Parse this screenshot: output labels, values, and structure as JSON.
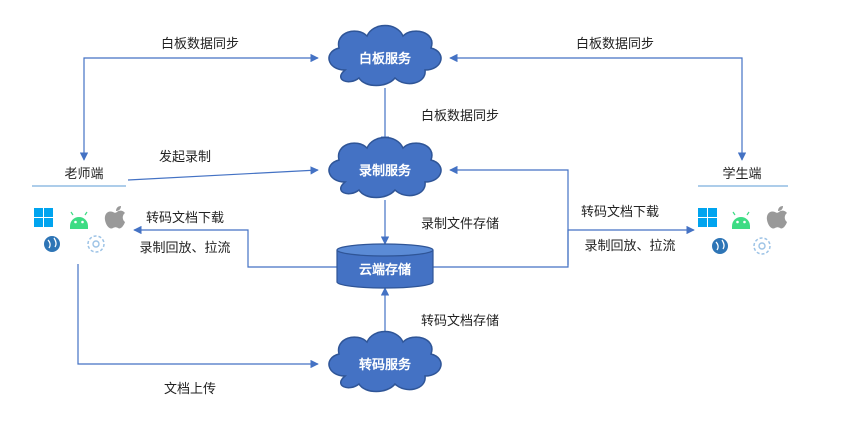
{
  "nodes": {
    "whiteboard_service": "白板服务",
    "record_service": "录制服务",
    "cloud_storage": "云端存储",
    "transcode_service": "转码服务"
  },
  "actors": {
    "teacher": "老师端",
    "student": "学生端"
  },
  "edge_labels": {
    "wb_sync_left": "白板数据同步",
    "wb_sync_right": "白板数据同步",
    "wb_sync_down": "白板数据同步",
    "start_record": "发起录制",
    "record_store": "录制文件存储",
    "transcode_download_left": "转码文档下载",
    "playback_left": "录制回放、拉流",
    "transcode_download_right": "转码文档下载",
    "playback_right": "录制回放、拉流",
    "transcode_store": "转码文档存储",
    "doc_upload": "文档上传"
  },
  "colors": {
    "accent": "#4472c4",
    "windows": "#00a4ef",
    "android": "#3ddc84",
    "apple": "#999999",
    "web": "#2e75b6",
    "mini_program": "#9dc3e6"
  },
  "icons": [
    "windows-icon",
    "android-icon",
    "apple-icon",
    "web-icon",
    "mini-program-icon"
  ]
}
